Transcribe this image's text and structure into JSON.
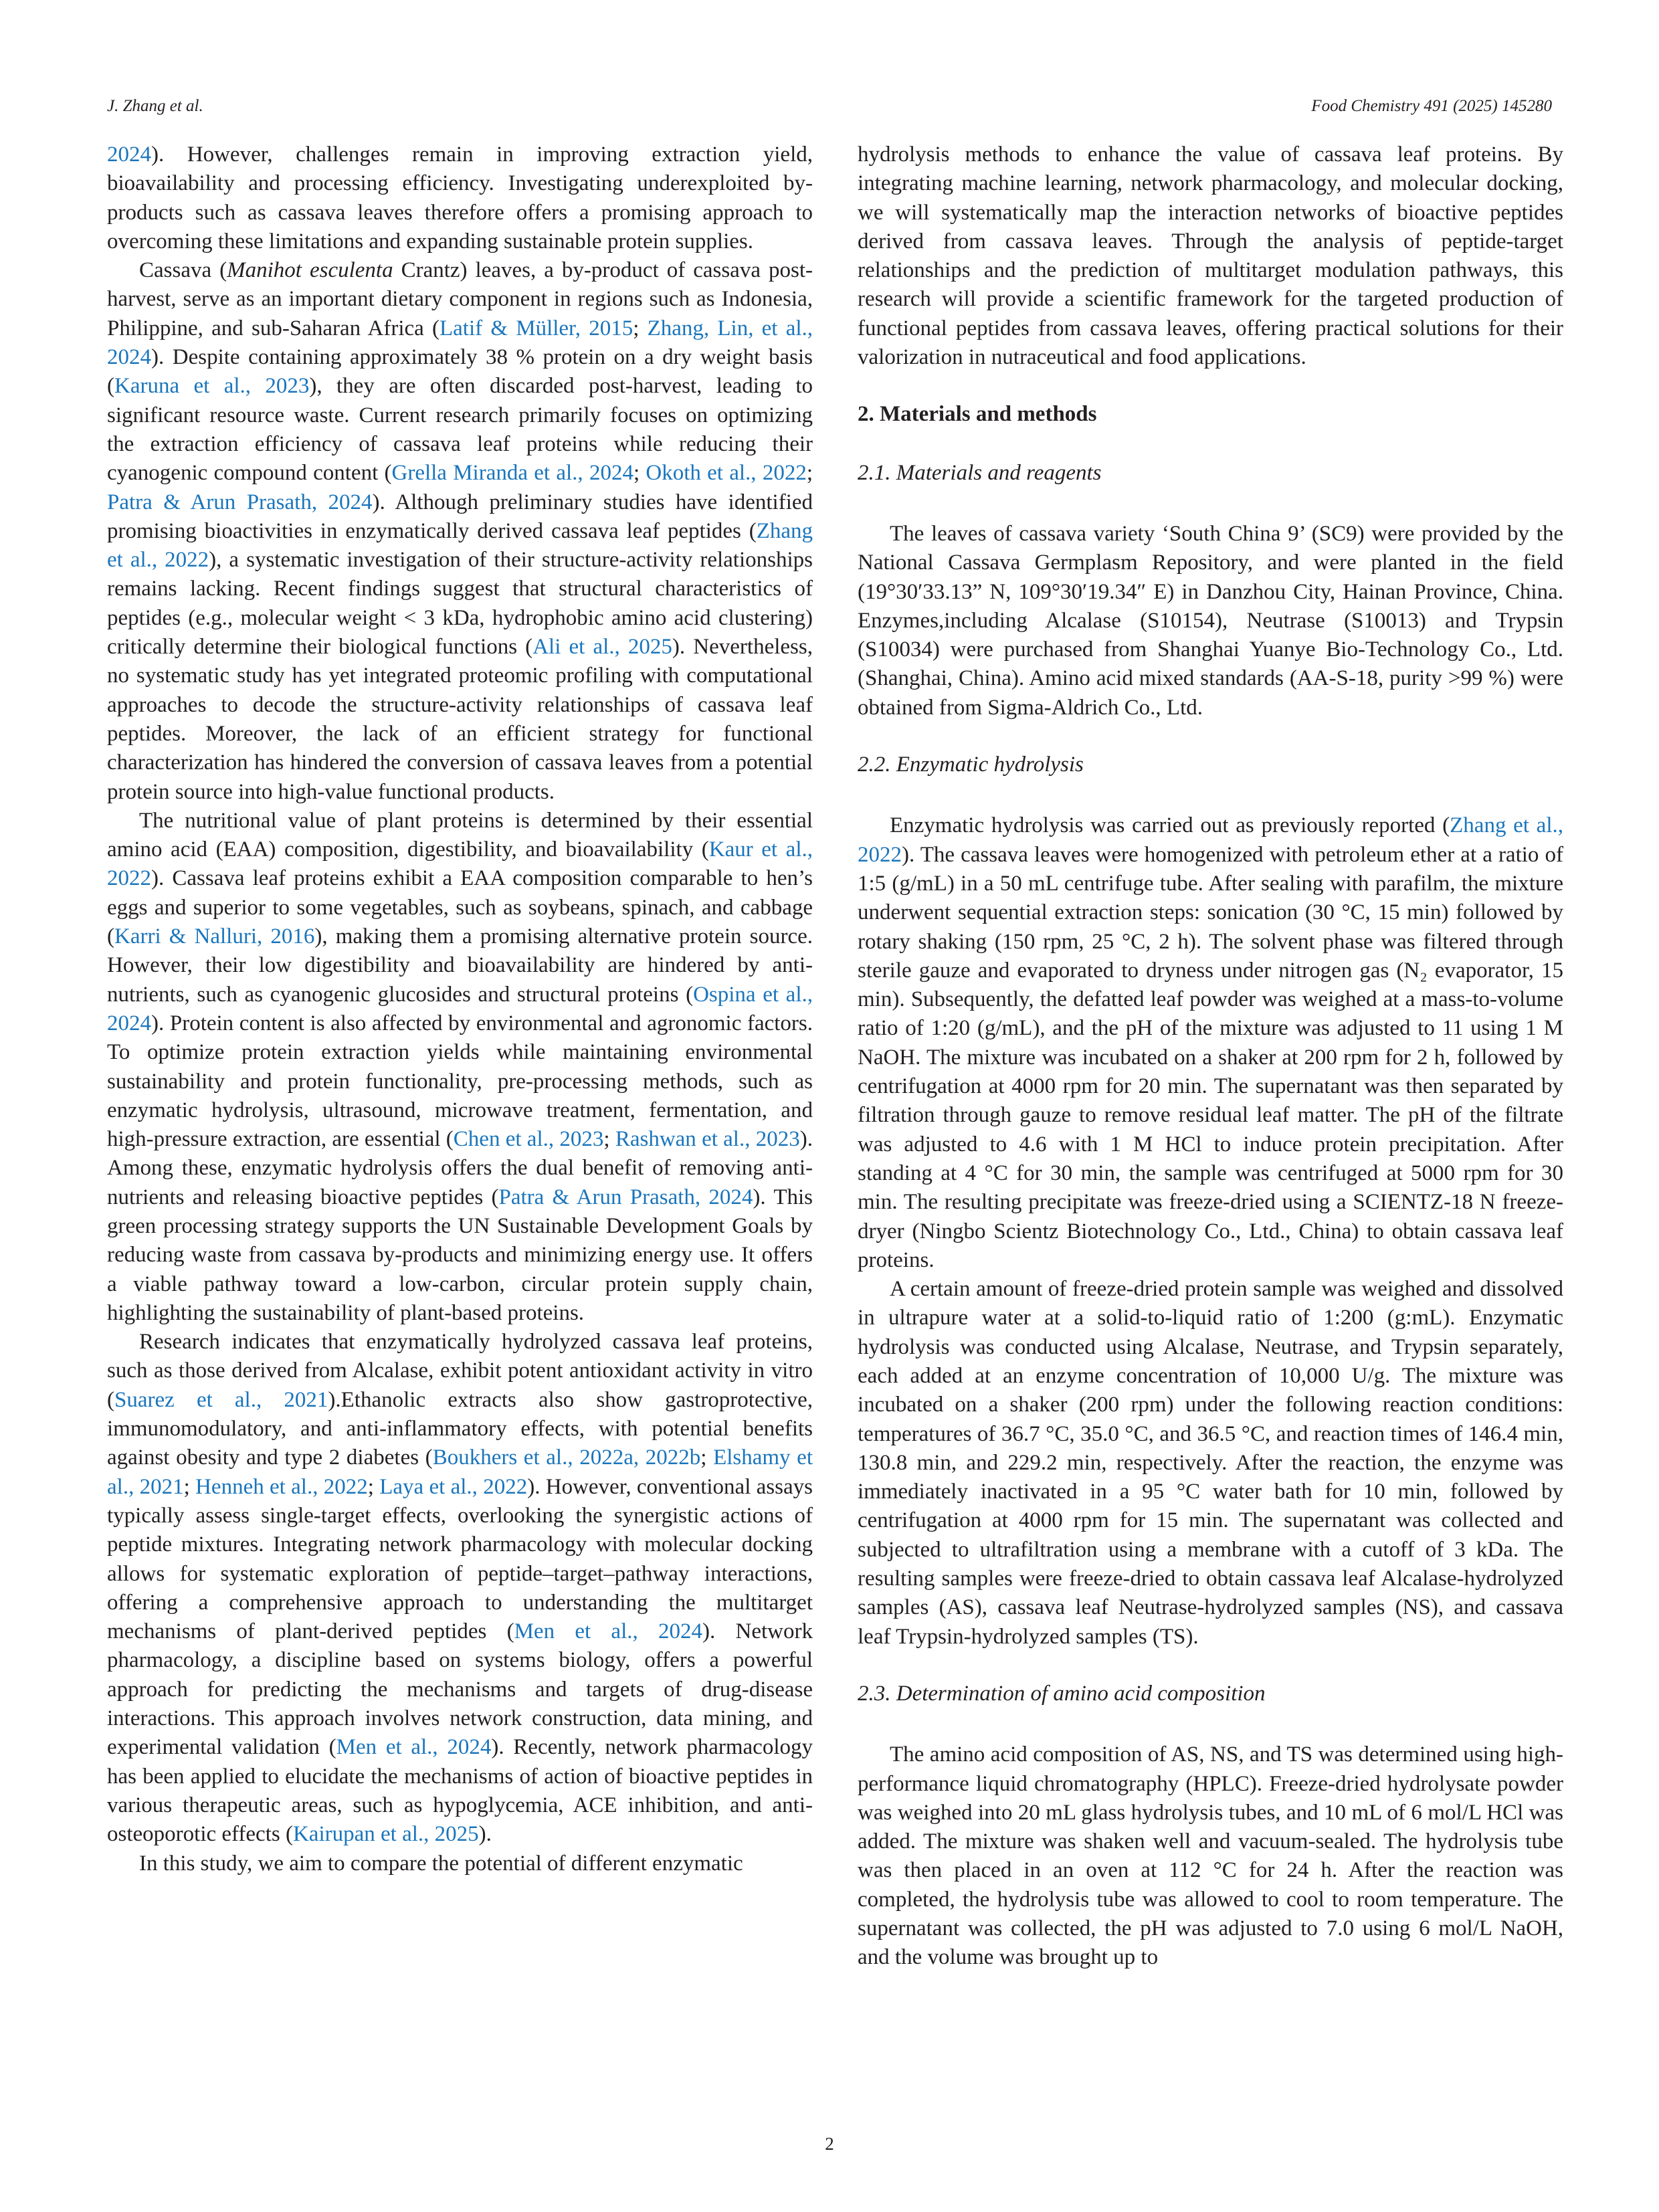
{
  "header": {
    "left": "J. Zhang et al.",
    "right": "Food Chemistry 491 (2025) 145280"
  },
  "left_column": {
    "p1": {
      "r1": "2024",
      "t1": "). However, challenges remain in improving extraction yield, bioavailability and processing efficiency. Investigating underexploited by-products such as cassava leaves therefore offers a promising approach to overcoming these limitations and expanding sustainable protein supplies."
    },
    "p2": {
      "t0": "Cassava (",
      "italic": "Manihot esculenta",
      "t1": " Crantz) leaves, a by-product of cassava post-harvest, serve as an important dietary component in regions such as Indonesia, Philippine, and sub-Saharan Africa (",
      "r1": "Latif & Müller, 2015",
      "t2": "; ",
      "r2": "Zhang, Lin, et al., 2024",
      "t3": "). Despite containing approximately 38 % protein on a dry weight basis (",
      "r3": "Karuna et al., 2023",
      "t4": "), they are often discarded post-harvest, leading to significant resource waste. Current research primarily focuses on optimizing the extraction efficiency of cassava leaf proteins while reducing their cyanogenic compound content (",
      "r4": "Grella Miranda et al., 2024",
      "t5": "; ",
      "r5": "Okoth et al., 2022",
      "t6": "; ",
      "r6": "Patra & Arun Prasath, 2024",
      "t7": "). Although preliminary studies have identified promising bioactivities in enzymatically derived cassava leaf peptides (",
      "r7": "Zhang et al., 2022",
      "t8": "), a systematic investigation of their structure-activity relationships remains lacking. Recent findings suggest that structural characteristics of peptides (e.g., molecular weight < 3 kDa, hydrophobic amino acid clustering) critically determine their biological functions (",
      "r8": "Ali et al., 2025",
      "t9": "). Nevertheless, no systematic study has yet integrated proteomic profiling with computational approaches to decode the structure-activity relationships of cassava leaf peptides. Moreover, the lack of an efficient strategy for functional characterization has hindered the conversion of cassava leaves from a potential protein source into high-value functional products."
    },
    "p3": {
      "t1": "The nutritional value of plant proteins is determined by their essential amino acid (EAA) composition, digestibility, and bioavailability (",
      "r1": "Kaur et al., 2022",
      "t2": "). Cassava leaf proteins exhibit a EAA composition comparable to hen’s eggs and superior to some vegetables, such as soybeans, spinach, and cabbage (",
      "r2": "Karri & Nalluri, 2016",
      "t3": "), making them a promising alternative protein source. However, their low digestibility and bioavailability are hindered by anti-nutrients, such as cyanogenic glucosides and structural proteins (",
      "r3": "Ospina et al., 2024",
      "t4": "). Protein content is also affected by environmental and agronomic factors. To optimize protein extraction yields while maintaining environmental sustainability and protein functionality, pre-processing methods, such as enzymatic hydrolysis, ultrasound, microwave treatment, fermentation, and high-pressure extraction, are essential (",
      "r4": "Chen et al., 2023",
      "t5": "; ",
      "r5": "Rashwan et al., 2023",
      "t6": "). Among these, enzymatic hydrolysis offers the dual benefit of removing anti-nutrients and releasing bioactive peptides (",
      "r6": "Patra & Arun Prasath, 2024",
      "t7": "). This green processing strategy supports the UN Sustainable Development Goals by reducing waste from cassava by-products and minimizing energy use. It offers a viable pathway toward a low-carbon, circular protein supply chain, highlighting the sustainability of plant-based proteins."
    },
    "p4": {
      "t1": "Research indicates that enzymatically hydrolyzed cassava leaf proteins, such as those derived from Alcalase, exhibit potent antioxidant activity in vitro (",
      "r1": "Suarez et al., 2021",
      "t2": ").Ethanolic extracts also show gastroprotective, immunomodulatory, and anti-inflammatory effects, with potential benefits against obesity and type 2 diabetes (",
      "r2": "Boukhers et al., 2022a, 2022b",
      "t3": "; ",
      "r3": "Elshamy et al., 2021",
      "t4": "; ",
      "r4": "Henneh et al., 2022",
      "t5": "; ",
      "r5": "Laya et al., 2022",
      "t6": "). However, conventional assays typically assess single-target effects, overlooking the synergistic actions of peptide mixtures. Integrating network pharmacology with molecular docking allows for systematic exploration of peptide–target–pathway interactions, offering a comprehensive approach to understanding the multitarget mechanisms of plant-derived peptides (",
      "r6": "Men et al., 2024",
      "t7": "). Network pharmacology, a discipline based on systems biology, offers a powerful approach for predicting the mechanisms and targets of drug-disease interactions. This approach involves network construction, data mining, and experimental validation (",
      "r7": "Men et al., 2024",
      "t8": "). Recently, network pharmacology has been applied to elucidate the mechanisms of action of bioactive peptides in various therapeutic areas, such as hypoglycemia, ACE inhibition, and anti-osteoporotic effects (",
      "r8": "Kairupan et al., 2025",
      "t9": ")."
    },
    "p5": "In this study, we aim to compare the potential of different enzymatic"
  },
  "right_column": {
    "p1": "hydrolysis methods to enhance the value of cassava leaf proteins. By integrating machine learning, network pharmacology, and molecular docking, we will systematically map the interaction networks of bioactive peptides derived from cassava leaves. Through the analysis of peptide-target relationships and the prediction of multitarget modulation pathways, this research will provide a scientific framework for the targeted production of functional peptides from cassava leaves, offering practical solutions for their valorization in nutraceutical and food applications.",
    "section2_heading": "2. Materials and methods",
    "sub21_heading": "2.1. Materials and reagents",
    "p21": "The leaves of cassava variety ‘South China 9’ (SC9) were provided by the National Cassava Germplasm Repository, and were planted in the field (19°30′33.13” N, 109°30′19.34″ E) in Danzhou City, Hainan Province, China. Enzymes,including Alcalase (S10154), Neutrase (S10013) and Trypsin (S10034) were purchased from Shanghai Yuanye Bio-Technology Co., Ltd. (Shanghai, China). Amino acid mixed standards (AA-S-18, purity >99 %) were obtained from Sigma-Aldrich Co., Ltd.",
    "sub22_heading": "2.2. Enzymatic hydrolysis",
    "p22a": {
      "t1": "Enzymatic hydrolysis was carried out as previously reported (",
      "r1": "Zhang et al., 2022",
      "t2": "). The cassava leaves were homogenized with petroleum ether at a ratio of 1:5 (g/mL) in a 50 mL centrifuge tube. After sealing with parafilm, the mixture underwent sequential extraction steps: sonication (30 °C, 15 min) followed by rotary shaking (150 rpm, 25 °C, 2 h). The solvent phase was filtered through sterile gauze and evaporated to dryness under nitrogen gas (N₂ evaporator, 15 min). Subsequently, the defatted leaf powder was weighed at a mass-to-volume ratio of 1:20 (g/mL), and the pH of the mixture was adjusted to 11 using 1 M NaOH. The mixture was incubated on a shaker at 200 rpm for 2 h, followed by centrifugation at 4000 rpm for 20 min. The supernatant was then separated by filtration through gauze to remove residual leaf matter. The pH of the filtrate was adjusted to 4.6 with 1 M HCl to induce protein precipitation. After standing at 4 °C for 30 min, the sample was centrifuged at 5000 rpm for 30 min. The resulting precipitate was freeze-dried using a SCIENTZ-18 N freeze-dryer (Ningbo Scientz Biotechnology Co., Ltd., China) to obtain cassava leaf proteins."
    },
    "p22b": "A certain amount of freeze-dried protein sample was weighed and dissolved in ultrapure water at a solid-to-liquid ratio of 1:200 (g:mL). Enzymatic hydrolysis was conducted using Alcalase, Neutrase, and Trypsin separately, each added at an enzyme concentration of 10,000 U/g. The mixture was incubated on a shaker (200 rpm) under the following reaction conditions: temperatures of 36.7 °C, 35.0 °C, and 36.5 °C, and reaction times of 146.4 min, 130.8 min, and 229.2 min, respectively. After the reaction, the enzyme was immediately inactivated in a 95 °C water bath for 10 min, followed by centrifugation at 4000 rpm for 15 min. The supernatant was collected and subjected to ultrafiltration using a membrane with a cutoff of 3 kDa. The resulting samples were freeze-dried to obtain cassava leaf Alcalase-hydrolyzed samples (AS), cassava leaf Neutrase-hydrolyzed samples (NS), and cassava leaf Trypsin-hydrolyzed samples (TS).",
    "sub23_heading": "2.3. Determination of amino acid composition",
    "p23": "The amino acid composition of AS, NS, and TS was determined using high-performance liquid chromatography (HPLC). Freeze-dried hydrolysate powder was weighed into 20 mL glass hydrolysis tubes, and 10 mL of 6 mol/L HCl was added. The mixture was shaken well and vacuum-sealed. The hydrolysis tube was then placed in an oven at 112 °C for 24 h. After the reaction was completed, the hydrolysis tube was allowed to cool to room temperature. The supernatant was collected, the pH was adjusted to 7.0 using 6 mol/L NaOH, and the volume was brought up to"
  },
  "footer": {
    "page_number": "2"
  },
  "colors": {
    "text": "#231f20",
    "link": "#1a75bc"
  }
}
